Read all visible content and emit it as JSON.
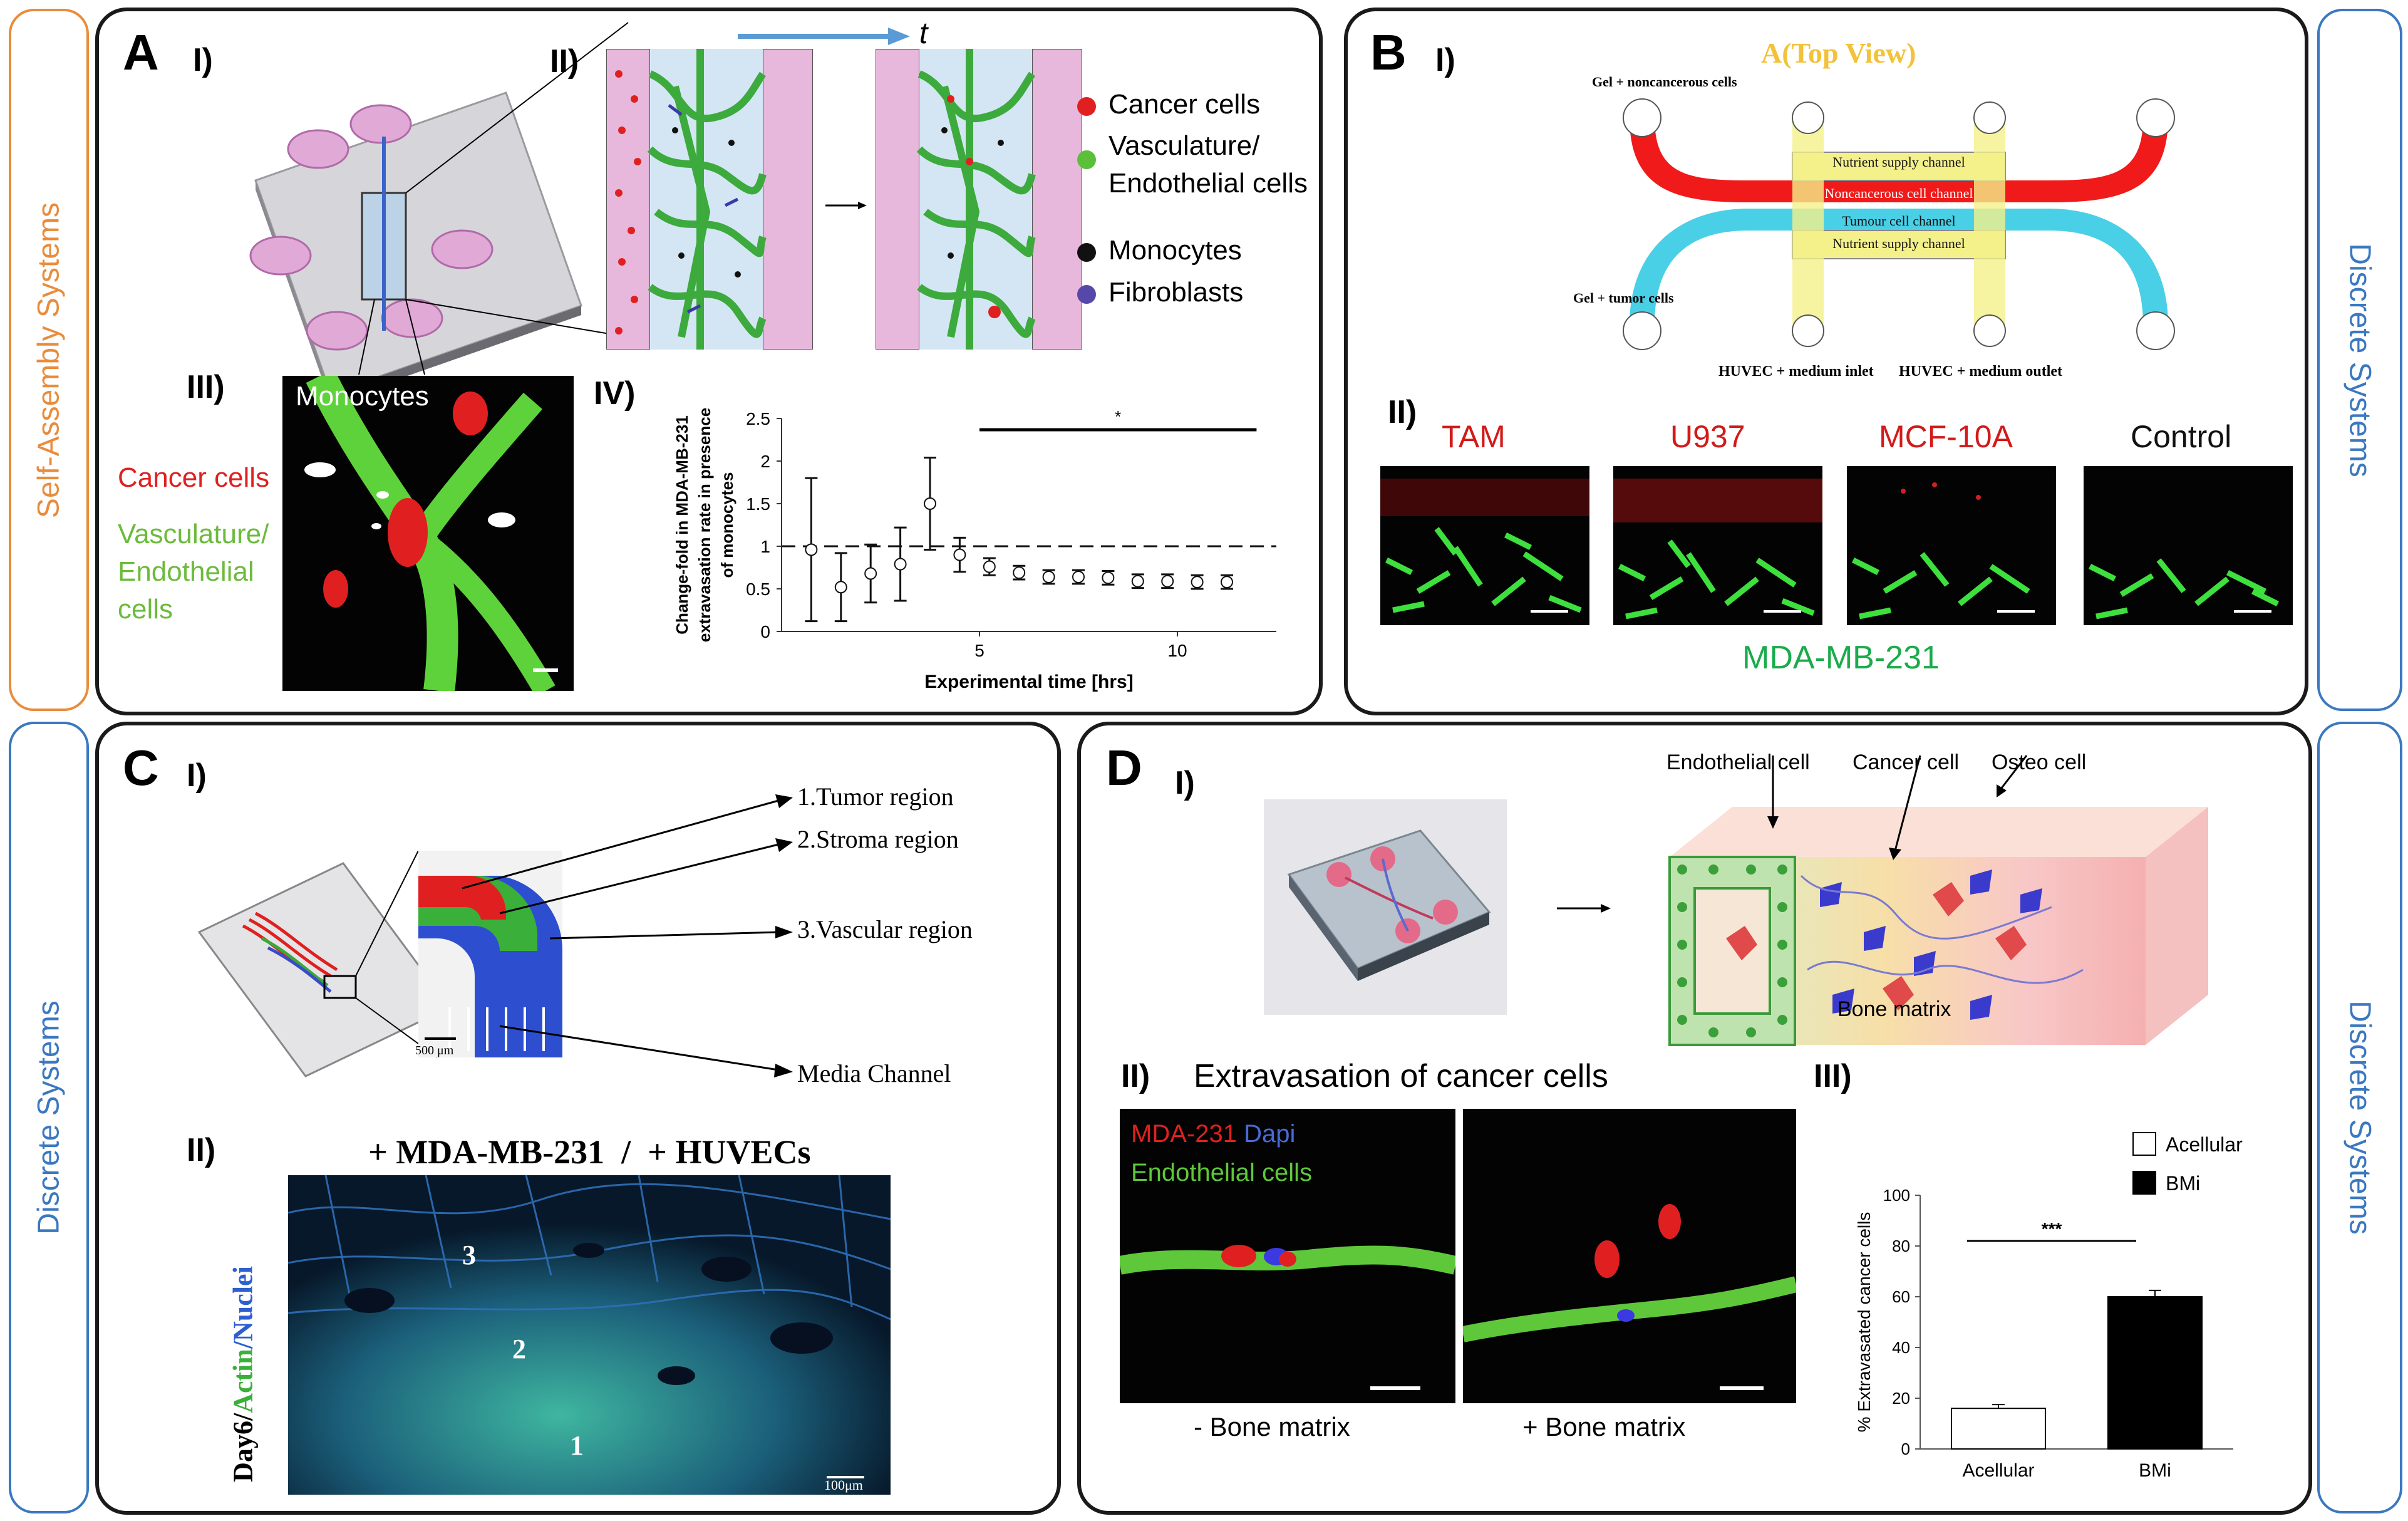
{
  "side_labels": {
    "top_left": "Self-Assembly Systems",
    "top_right": "Discrete Systems",
    "bottom_left": "Discrete Systems",
    "bottom_right": "Discrete Systems"
  },
  "panel_a": {
    "label": "A",
    "sub_i": "I)",
    "sub_ii": "II)",
    "sub_iii": "III)",
    "sub_iv": "IV)",
    "time_symbol": "t",
    "legend": [
      "Cancer cells",
      "Vasculature/",
      "Endothelial cells",
      "Monocytes",
      "Fibroblasts"
    ],
    "micro_monocytes": "Monocytes",
    "micro_cancer": "Cancer cells",
    "micro_vasc": [
      "Vasculature/",
      "Endothelial",
      "cells"
    ]
  },
  "panel_b": {
    "label": "B",
    "sub_i": "I)",
    "sub_ii": "II)",
    "schematic_title": "A(Top View)",
    "gel_noncancerous": "Gel + noncancerous cells",
    "gel_tumor": "Gel + tumor cells",
    "nutrient_top": "Nutrient supply channel",
    "noncancerous_channel": "Noncancerous cell channel",
    "tumour_channel": "Tumour cell channel",
    "nutrient_bottom": "Nutrient supply channel",
    "huvec_inlet": "HUVEC + medium inlet",
    "huvec_outlet": "HUVEC + medium outlet",
    "conditions": [
      "TAM",
      "U937",
      "MCF-10A",
      "Control"
    ],
    "cell_line": "MDA-MB-231"
  },
  "panel_c": {
    "label": "C",
    "sub_i": "I)",
    "sub_ii": "II)",
    "region_labels": [
      "1.Tumor region",
      "2.Stroma region",
      "3.Vascular region",
      "Media Channel"
    ],
    "scale_small": "500 μm",
    "image_title": "+ MDA-MB-231  /  + HUVECs",
    "stain_day": "Day6/",
    "stain_actin": "Actin",
    "stain_slash": "/",
    "stain_nuclei": "Nuclei",
    "region_numbers": [
      "3",
      "2",
      "1"
    ],
    "scale_bar": "100μm"
  },
  "panel_d": {
    "label": "D",
    "sub_i": "I)",
    "sub_ii": "II)",
    "sub_iii": "III)",
    "schematic_labels": [
      "Endothelial cell",
      "Cancer cell",
      "Osteo cell"
    ],
    "bone_matrix": "Bone matrix",
    "extravasation_title": "Extravasation of cancer cells",
    "stain_mda": "MDA-231",
    "stain_dapi": "Dapi",
    "stain_endo": "Endothelial cells",
    "caption_minus": "- Bone matrix",
    "caption_plus": "+ Bone matrix"
  },
  "chart_data": [
    {
      "type": "scatter",
      "panel": "A IV",
      "xlabel": "Experimental time [hrs]",
      "ylabel": "Change-fold in MDA-MB-231 extravasation rate in presence of monocytes",
      "xlim": [
        0,
        12.5
      ],
      "ylim": [
        0,
        2.5
      ],
      "xticks": [
        "5",
        "10"
      ],
      "yticks": [
        "0",
        "0.5",
        "1",
        "1.5",
        "2",
        "2.5"
      ],
      "reference_line": 1,
      "significance": "*",
      "significance_range": [
        5,
        12
      ],
      "x": [
        0.75,
        1.5,
        2.25,
        3.0,
        3.75,
        4.5,
        5.25,
        6.0,
        6.75,
        7.5,
        8.25,
        9.0,
        9.75,
        10.5,
        11.25
      ],
      "y": [
        0.96,
        0.52,
        0.68,
        0.79,
        1.5,
        0.9,
        0.76,
        0.69,
        0.64,
        0.64,
        0.63,
        0.59,
        0.59,
        0.58,
        0.58
      ],
      "err": [
        0.84,
        0.4,
        0.34,
        0.43,
        0.54,
        0.2,
        0.1,
        0.08,
        0.08,
        0.08,
        0.08,
        0.08,
        0.08,
        0.08,
        0.08
      ]
    },
    {
      "type": "bar",
      "panel": "D III",
      "categories": [
        "Acellular",
        "BMi"
      ],
      "values": [
        16,
        60
      ],
      "errors": [
        1.5,
        2.5
      ],
      "colors": [
        "#ffffff",
        "#000000"
      ],
      "ylabel": "% Extravasated cancer cells",
      "ylim": [
        0,
        100
      ],
      "yticks": [
        "0",
        "20",
        "40",
        "60",
        "80",
        "100"
      ],
      "legend": [
        "Acellular",
        "BMi"
      ],
      "significance": "***"
    }
  ]
}
